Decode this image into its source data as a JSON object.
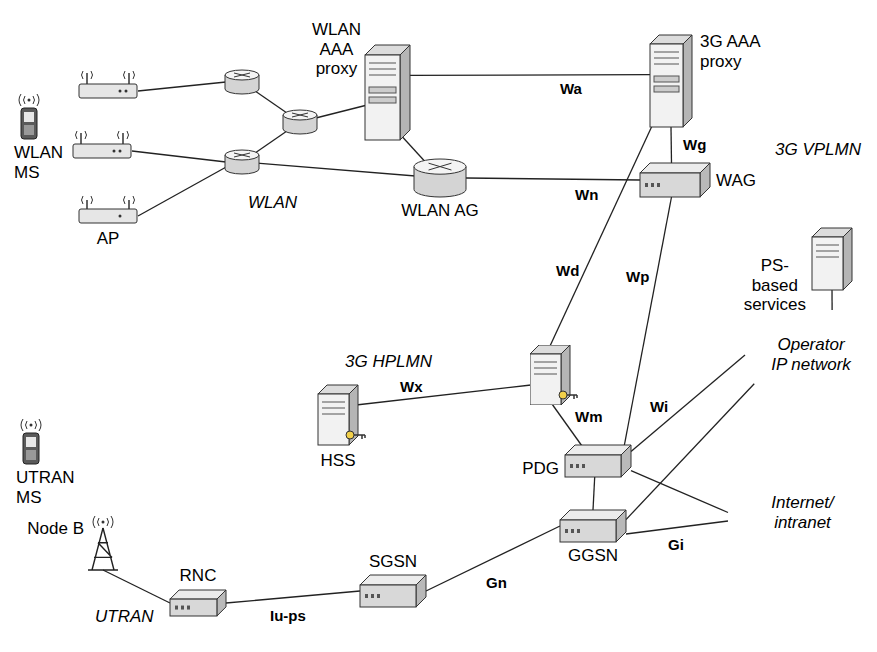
{
  "diagram": {
    "nodes": [
      {
        "text": [
          "WLAN MS"
        ]
      },
      {
        "text": [
          "AP"
        ]
      },
      {
        "text": [
          "WLAN"
        ]
      },
      {
        "text": [
          "WLAN AAA proxy"
        ],
        "in": 2
      },
      {
        "text": [
          "WLAN AG"
        ],
        "in": 2
      },
      {
        "text": [
          "3G VPLMN"
        ]
      },
      {
        "text": [
          "3G AAA proxy"
        ],
        "in": 5
      },
      {
        "text": [
          "WAG"
        ],
        "in": 5
      },
      {
        "text": [
          "PS-based services"
        ]
      },
      {
        "text": [
          "3G HPLMN"
        ]
      },
      {
        "text": [
          "HSS"
        ],
        "in": 9
      },
      {
        "text": [
          "PDG"
        ],
        "in": 9
      },
      {
        "text": [
          "Operator IP network"
        ]
      },
      {
        "text": [
          "UTRAN MS"
        ]
      },
      {
        "text": [
          "UTRAN"
        ]
      },
      {
        "text": [
          "Node B"
        ],
        "in": 14
      },
      {
        "text": [
          "RNC"
        ],
        "in": 14
      },
      {
        "text": [
          "SGSN"
        ],
        "in": 9
      },
      {
        "text": [
          "GGSN"
        ],
        "in": 9
      },
      {
        "text": [
          "Internet/ intranet"
        ]
      }
    ],
    "edges": [
      {
        "from": 3,
        "to": 6,
        "arrow": "none",
        "label": "Wa"
      },
      {
        "from": 4,
        "to": 7,
        "arrow": "none",
        "label": "Wn"
      },
      {
        "from": 6,
        "to": 7,
        "arrow": "none",
        "label": "Wg"
      },
      {
        "from": 7,
        "to": 11,
        "arrow": "none",
        "label": "Wp"
      },
      {
        "from": 11,
        "to": 12,
        "arrow": "none",
        "label": "Wi"
      },
      {
        "from": 11,
        "to": 19,
        "arrow": "none"
      },
      {
        "from": 18,
        "to": 12,
        "arrow": "none"
      },
      {
        "from": 18,
        "to": 19,
        "arrow": "none",
        "label": "Gi"
      },
      {
        "from": 11,
        "to": 18,
        "arrow": "none"
      },
      {
        "from": 17,
        "to": 18,
        "arrow": "none",
        "label": "Gn"
      },
      {
        "from": 16,
        "to": 17,
        "arrow": "none",
        "label": "Iu-ps"
      },
      {
        "from": 15,
        "to": 16,
        "arrow": "none"
      },
      {
        "from": 8,
        "to": 12,
        "arrow": "none"
      }
    ],
    "labels": [
      "Wd",
      "Wx",
      "Wm"
    ]
  }
}
